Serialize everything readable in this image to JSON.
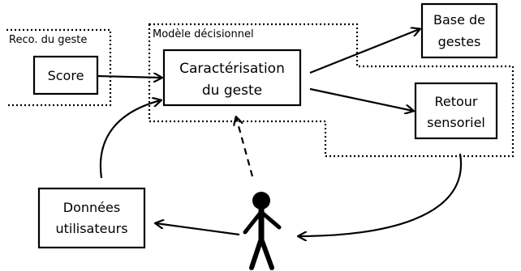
{
  "diagram": {
    "regions": {
      "reco": "Reco. du geste",
      "modele": "Modèle décisionnel"
    },
    "nodes": {
      "score": "Score",
      "caracterisation_line1": "Caractérisation",
      "caracterisation_line2": "du geste",
      "base_line1": "Base de",
      "base_line2": "gestes",
      "retour_line1": "Retour",
      "retour_line2": "sensoriel",
      "donnees_line1": "Données",
      "donnees_line2": "utilisateurs"
    },
    "icons": {
      "user": "person-figure-icon"
    },
    "colors": {
      "ink": "#000000",
      "background": "#ffffff"
    }
  }
}
